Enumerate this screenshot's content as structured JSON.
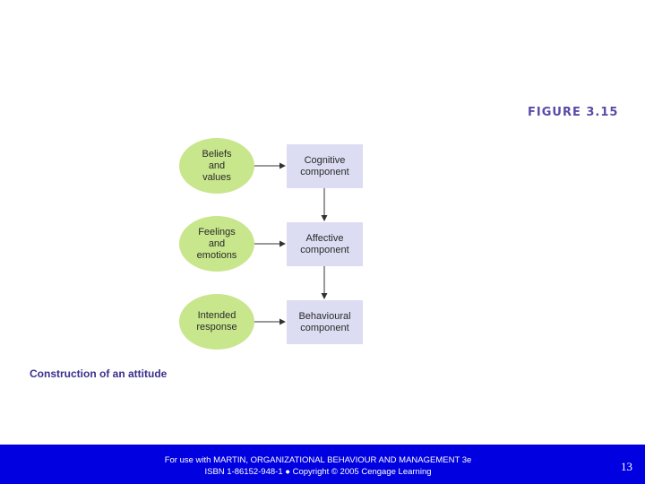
{
  "figure_label": "FIGURE 3.15",
  "diagram": {
    "rows": [
      {
        "input": "Beliefs\nand\nvalues",
        "component": "Cognitive\ncomponent"
      },
      {
        "input": "Feelings\nand\nemotions",
        "component": "Affective\ncomponent"
      },
      {
        "input": "Intended\nresponse",
        "component": "Behavioural\ncomponent"
      }
    ]
  },
  "caption": "Construction of an attitude",
  "footer": {
    "line1": "For use with MARTIN, ORGANIZATIONAL BEHAVIOUR AND MANAGEMENT 3e",
    "line2": "ISBN 1-86152-948-1 ● Copyright © 2005 Cengage Learning",
    "page_number": "13",
    "background_color": "#0000e0"
  },
  "colors": {
    "oval_fill": "#c8e68c",
    "box_fill": "#dcdcf2",
    "accent": "#5a4aa6"
  }
}
